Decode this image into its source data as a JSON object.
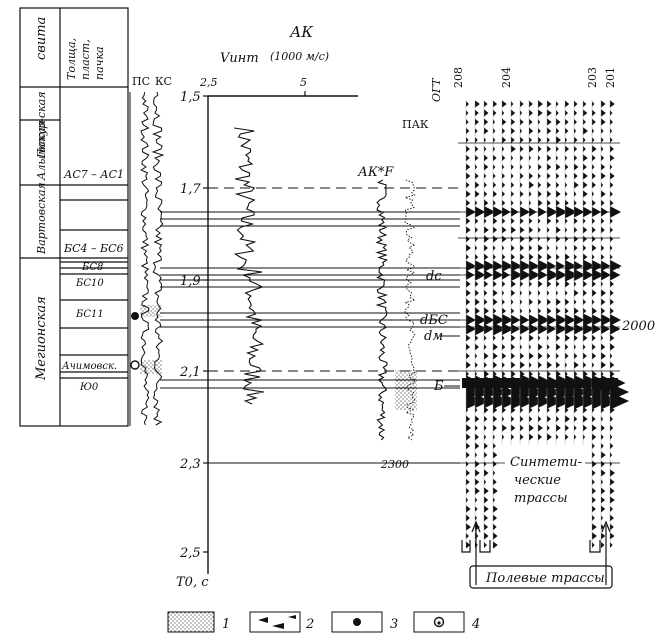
{
  "column_headers": {
    "svita": "свита",
    "tolscha": [
      "Толща,",
      "пласт,",
      "пачка"
    ],
    "ps": "ПС",
    "ks": "КС"
  },
  "svity": [
    "Покур-ская",
    "Алымская",
    "Вартовская",
    "Мегионская"
  ],
  "plasts": [
    "АС7 – АС1",
    "БС4 – БС6",
    "БС8",
    "БС10",
    "БС11",
    "Ачимовск.",
    "Ю0"
  ],
  "ak": {
    "title": "АК",
    "units": "(1000 м/с)",
    "vint": "Vинт",
    "tick_25": "2,5",
    "tick_5": "5"
  },
  "time_axis": {
    "ticks": [
      "1,5",
      "1,7",
      "1,9",
      "2,1",
      "2,3",
      "2,5"
    ],
    "label": "T0, с"
  },
  "curve_labels": {
    "akf": "АК*F",
    "pak": "ПАК",
    "ogt": "ОГТ"
  },
  "trace_numbers": [
    "208",
    "204",
    "203",
    "201"
  ],
  "horizon_labels": {
    "dc": "dс",
    "dbc": "dБС",
    "dm": "dм",
    "b": "Б"
  },
  "depth_labels": {
    "d2000": "2000",
    "d2300": "2300"
  },
  "synthetic_label": [
    "Синтети-",
    "ческие",
    "трассы"
  ],
  "field_label": "Полевые трассы",
  "legend": [
    "1",
    "2",
    "3",
    "4"
  ]
}
